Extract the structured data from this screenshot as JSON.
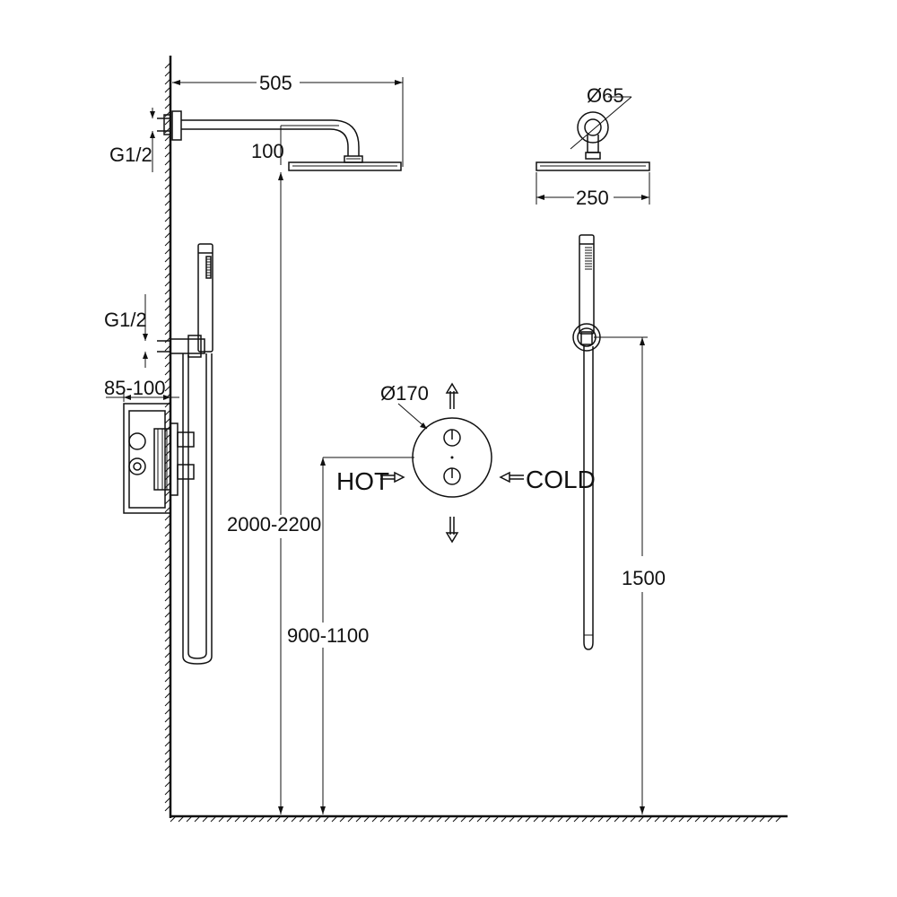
{
  "labels": {
    "arm_length": "505",
    "inlet_top": "G1/2",
    "arm_drop": "100",
    "flange_diameter": "Ø65",
    "head_width": "250",
    "inlet_bottom": "G1/2",
    "valve_depth": "85-100",
    "plate_diameter": "Ø170",
    "hot": "HOT",
    "cold": "COLD",
    "head_height": "2000-2200",
    "valve_height": "900-1100",
    "holder_height": "1500"
  },
  "icons": [
    "up-arrow-icon",
    "down-arrow-icon",
    "hot-inlet-arrow-icon",
    "cold-inlet-arrow-icon"
  ]
}
